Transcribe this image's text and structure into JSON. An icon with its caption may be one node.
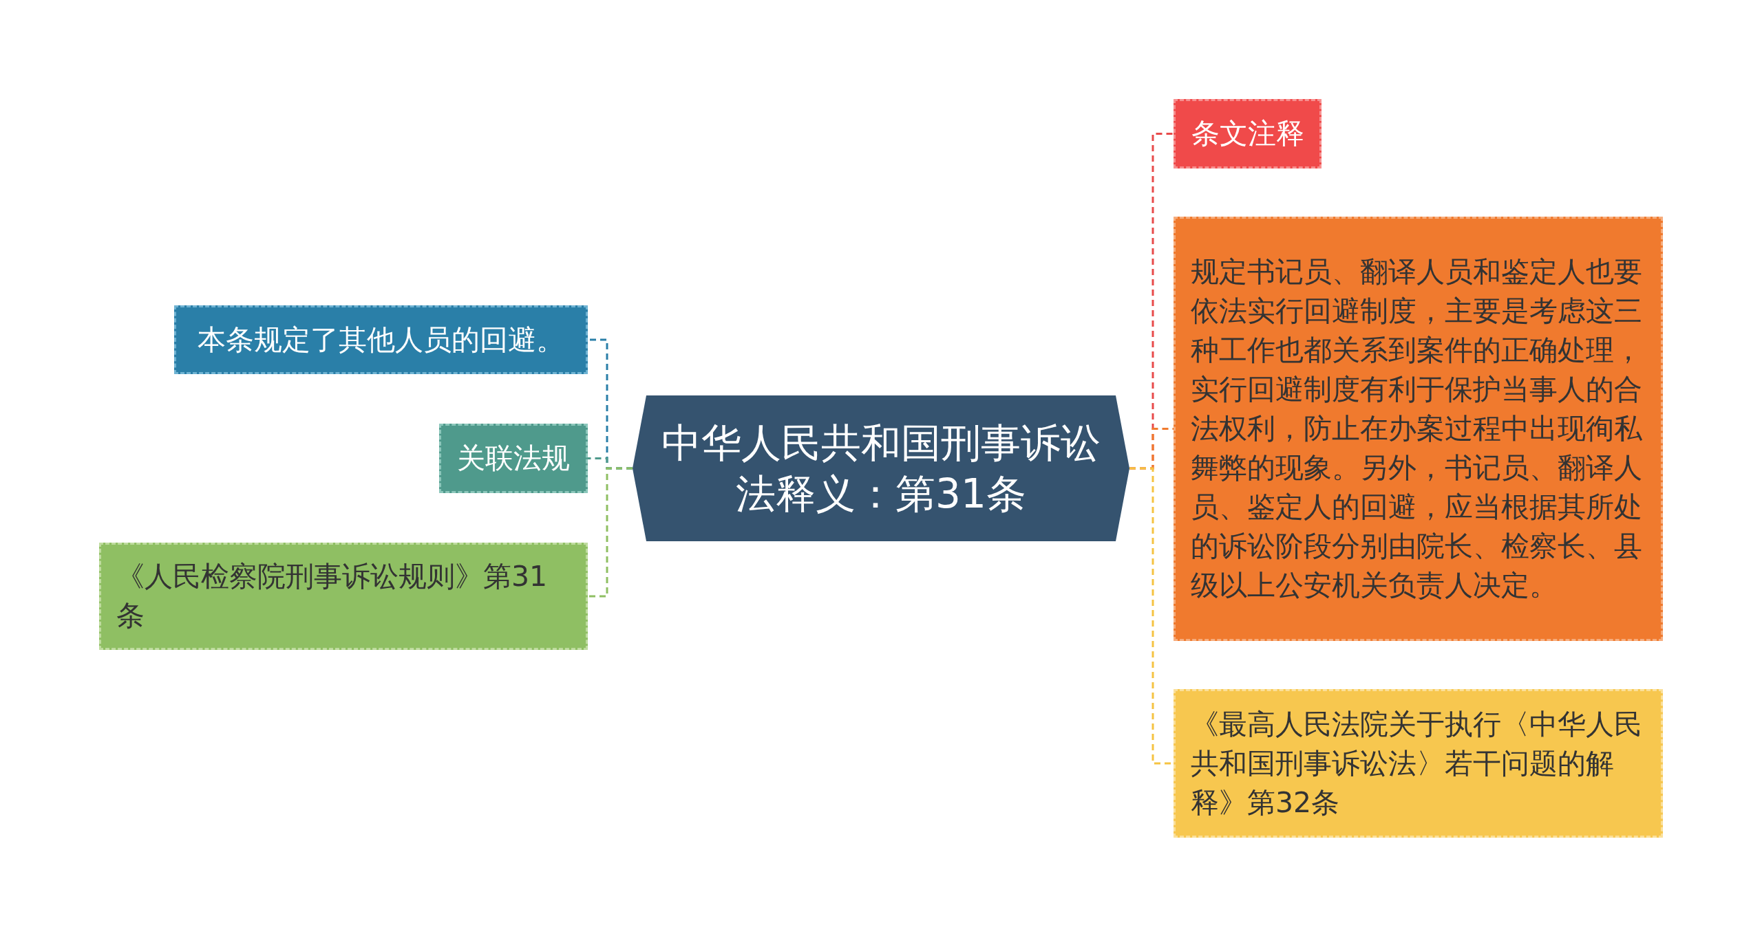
{
  "diagram": {
    "nodes": [
      {
        "text": [
          "中华人民共和国刑事诉讼法释义：第31条"
        ]
      },
      {
        "text": [
          "本条规定了其他人员的回避。"
        ]
      },
      {
        "text": [
          "关联法规"
        ]
      },
      {
        "text": [
          "《人民检察院刑事诉讼规则》第31条"
        ]
      },
      {
        "text": [
          "条文注释"
        ]
      },
      {
        "text": [
          "规定书记员、翻译人员和鉴定人也要依法实行回避制度，主要是考虑这三种工作也都关系到案件的正确处理，实行回避制度有利于保护当事人的合法权利，防止在办案过程中出现徇私舞弊的现象。另外，书记员、翻译人员、鉴定人的回避，应当根据其所处的诉讼阶段分别由院长、检察长、县级以上公安机关负责人决定。"
        ]
      },
      {
        "text": [
          "《最高人民法院关于执行〈中华人民共和国刑事诉讼法〉若干问题的解释》第32条"
        ]
      }
    ],
    "edges": [
      {
        "from": 0,
        "to": 1,
        "arrow": "none",
        "style": "dashed",
        "color": "#2a7fa8"
      },
      {
        "from": 0,
        "to": 2,
        "arrow": "none",
        "style": "dashed",
        "color": "#4f9a8c"
      },
      {
        "from": 0,
        "to": 3,
        "arrow": "none",
        "style": "dashed",
        "color": "#8fbf63"
      },
      {
        "from": 0,
        "to": 4,
        "arrow": "none",
        "style": "dashed",
        "color": "#e84a4a"
      },
      {
        "from": 0,
        "to": 5,
        "arrow": "none",
        "style": "dashed",
        "color": "#f07a2e"
      },
      {
        "from": 0,
        "to": 6,
        "arrow": "none",
        "style": "dashed",
        "color": "#f5c342"
      }
    ]
  }
}
